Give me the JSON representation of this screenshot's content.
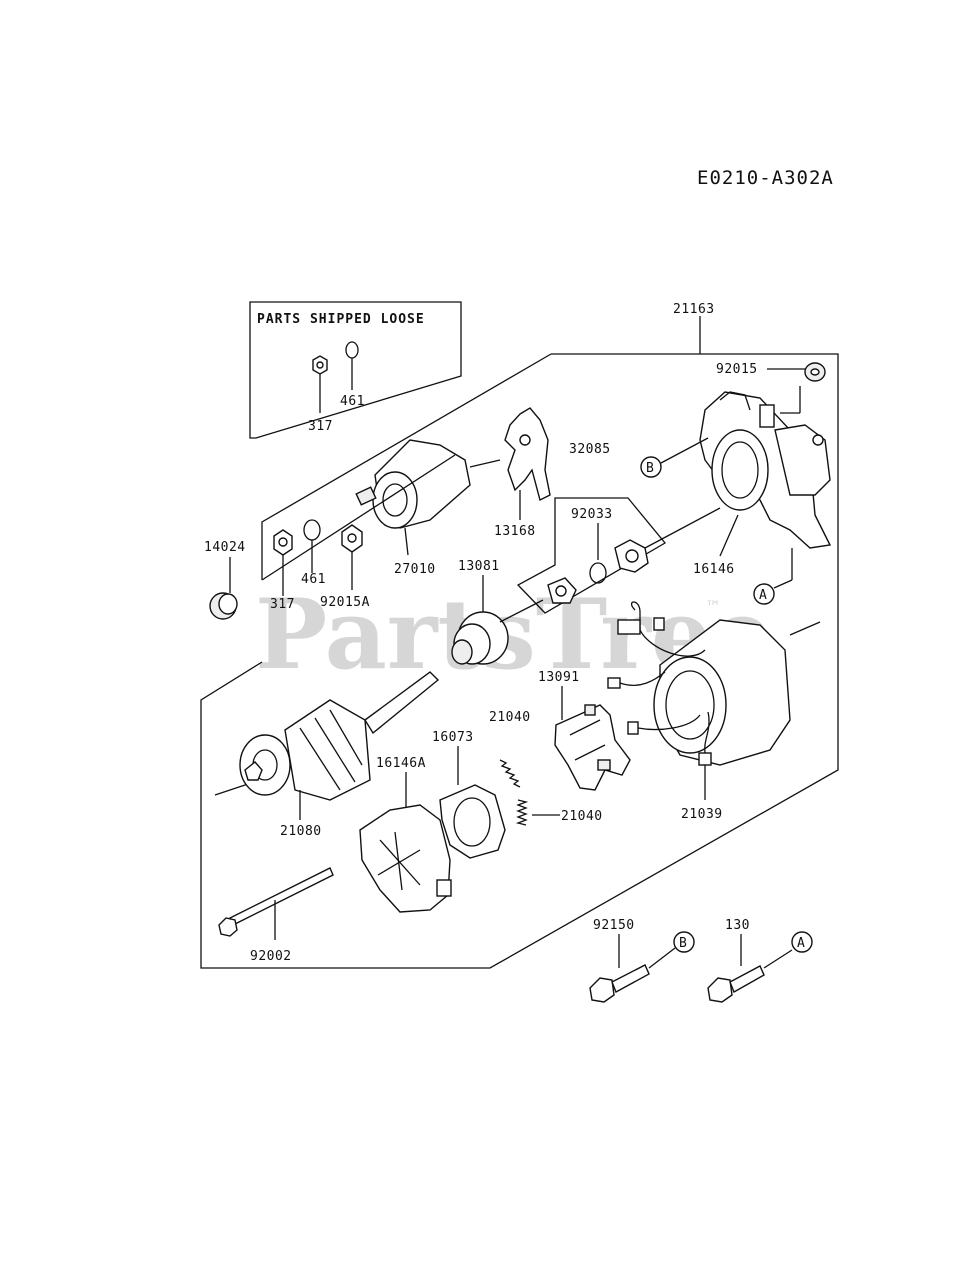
{
  "diagram_code": "E0210-A302A",
  "watermark": {
    "text": "PartsTree",
    "tm": "™"
  },
  "loose_box_title": "PARTS SHIPPED LOOSE",
  "callouts": [
    "A",
    "B"
  ],
  "labels": {
    "p21163": "21163",
    "p92015": "92015",
    "p32085": "32085",
    "p461_loose": "461",
    "p317_loose": "317",
    "p13168": "13168",
    "p92033": "92033",
    "p16146": "16146",
    "p14024": "14024",
    "p317": "317",
    "p461": "461",
    "p92015A": "92015A",
    "p27010": "27010",
    "p13081": "13081",
    "p13091": "13091",
    "p21040a": "21040",
    "p21040b": "21040",
    "p16073": "16073",
    "p16146A": "16146A",
    "p21080": "21080",
    "p21039": "21039",
    "p92002": "92002",
    "p92150": "92150",
    "p130": "130"
  }
}
